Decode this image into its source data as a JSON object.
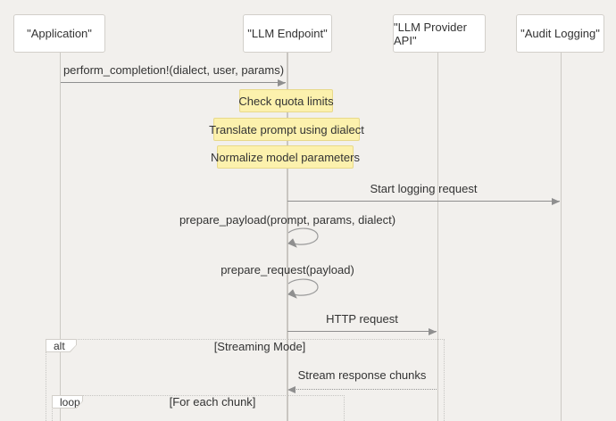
{
  "diagram": {
    "type": "sequence",
    "participants": [
      {
        "id": "application",
        "label": "\"Application\""
      },
      {
        "id": "llm-endpoint",
        "label": "\"LLM Endpoint\""
      },
      {
        "id": "llm-provider-api",
        "label": "\"LLM Provider API\""
      },
      {
        "id": "audit-logging",
        "label": "\"Audit Logging\""
      }
    ],
    "messages": [
      {
        "label": "perform_completion!(dialect, user, params)",
        "from": "application",
        "to": "llm-endpoint",
        "style": "solid"
      },
      {
        "label": "Start logging request",
        "from": "llm-endpoint",
        "to": "audit-logging",
        "style": "solid"
      },
      {
        "label": "prepare_payload(prompt, params, dialect)",
        "from": "llm-endpoint",
        "to": "llm-endpoint",
        "style": "self"
      },
      {
        "label": "prepare_request(payload)",
        "from": "llm-endpoint",
        "to": "llm-endpoint",
        "style": "self"
      },
      {
        "label": "HTTP request",
        "from": "llm-endpoint",
        "to": "llm-provider-api",
        "style": "solid"
      },
      {
        "label": "Stream response chunks",
        "from": "llm-provider-api",
        "to": "llm-endpoint",
        "style": "dotted"
      }
    ],
    "notes": [
      "Check quota limits",
      "Translate prompt using dialect",
      "Normalize model parameters"
    ],
    "frames": [
      {
        "keyword": "alt",
        "condition": "[Streaming Mode]"
      },
      {
        "keyword": "loop",
        "condition": "[For each chunk]"
      }
    ],
    "colors": {
      "background": "#f2f0ed",
      "participant_fill": "#ffffff",
      "participant_border": "#d2cfca",
      "note_fill": "#fcf1ad",
      "note_border": "#e8d98a",
      "line": "#8f8f8f",
      "lifeline": "#ccc9c4",
      "frame_border": "#c6c5c2",
      "text": "#333333"
    }
  }
}
